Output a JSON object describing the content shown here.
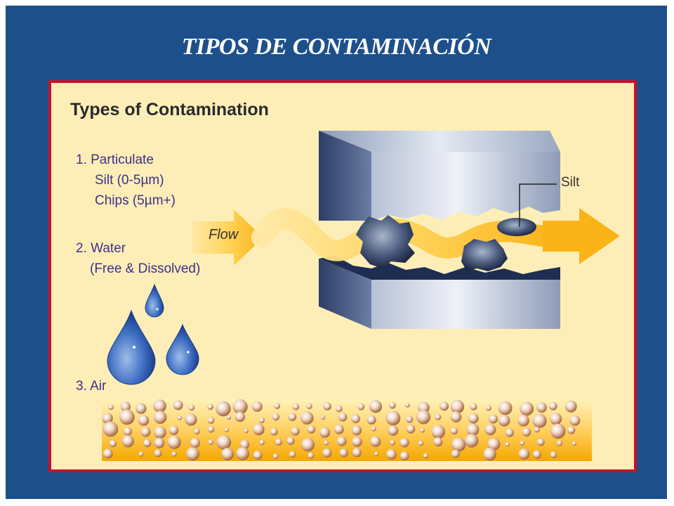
{
  "slide": {
    "title": "TIPOS DE CONTAMINACIÓN",
    "background_color": "#1d508b",
    "title_color": "#ffffff"
  },
  "panel": {
    "title": "Types of Contamination",
    "border_color": "#c8102e",
    "background_color": "#fdeeb8",
    "items": [
      {
        "heading": "1. Particulate",
        "sub": [
          "Silt (0-5µm)",
          "Chips (5µm+)"
        ]
      },
      {
        "heading": "2. Water",
        "sub": [
          "(Free & Dissolved)"
        ]
      },
      {
        "heading": "3. Air",
        "sub": []
      }
    ],
    "illustration": {
      "flow_label": "Flow",
      "silt_label": "Silt",
      "icons": [
        "metal-block-icon",
        "flow-arrow-icon",
        "particle-icon",
        "water-drop-icon",
        "air-bubble-icon"
      ]
    }
  }
}
